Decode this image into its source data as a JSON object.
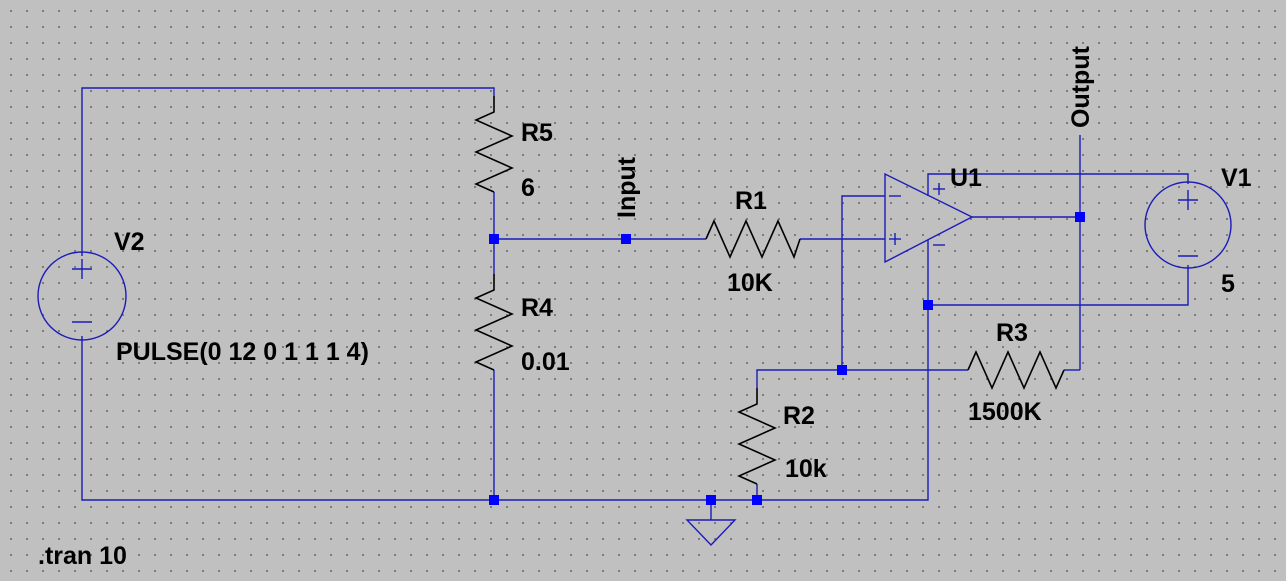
{
  "components": {
    "V2": {
      "name": "V2",
      "value": "PULSE(0 12 0 1 1 1 4)"
    },
    "R5": {
      "name": "R5",
      "value": "6"
    },
    "R4": {
      "name": "R4",
      "value": "0.01"
    },
    "R1": {
      "name": "R1",
      "value": "10K"
    },
    "R2": {
      "name": "R2",
      "value": "10k"
    },
    "R3": {
      "name": "R3",
      "value": "1500K"
    },
    "U1": {
      "name": "U1"
    },
    "V1": {
      "name": "V1",
      "value": "5"
    }
  },
  "net_labels": {
    "input": "Input",
    "output": "Output"
  },
  "directive": ".tran 10",
  "colors": {
    "background": "#c0c0c0",
    "wire": "#1c1cb8",
    "junction": "#0000ff",
    "component": "#000000"
  }
}
